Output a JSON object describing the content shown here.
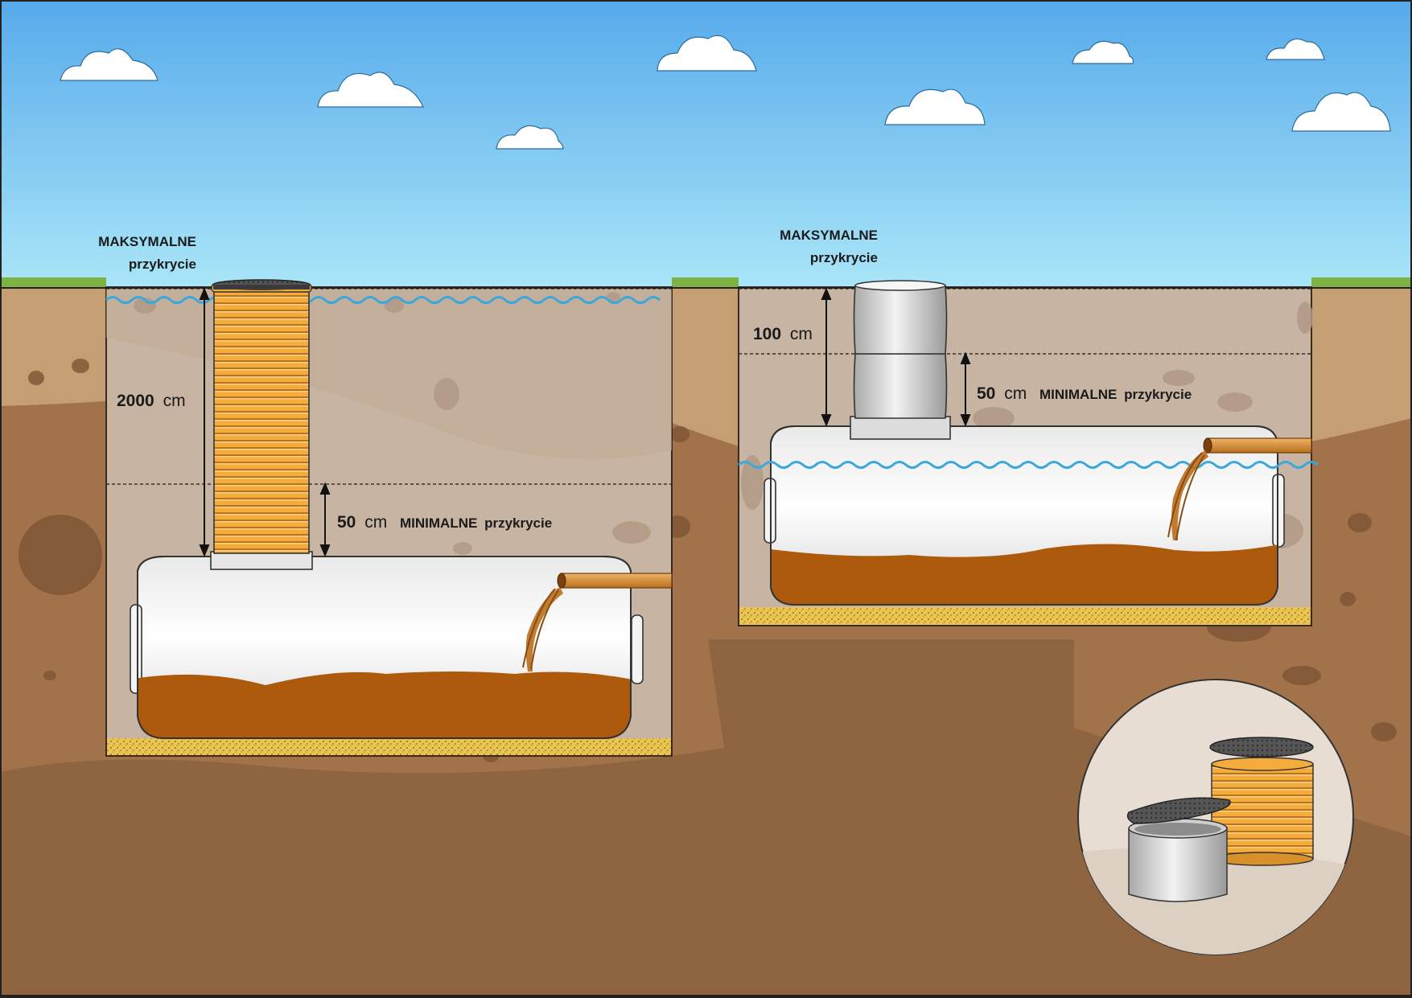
{
  "labels": {
    "left_max_title": "MAKSYMALNE",
    "left_max_sub": "przykrycie",
    "left_depth_num": "2000",
    "left_depth_unit": "cm",
    "left_min_num": "50",
    "left_min_unit": "cm",
    "left_min_word": "MINIMALNE",
    "left_min_sub": "przykrycie",
    "right_max_title": "MAKSYMALNE",
    "right_max_sub": "przykrycie",
    "right_depth_num": "100",
    "right_depth_unit": "cm",
    "right_min_num": "50",
    "right_min_unit": "cm",
    "right_min_word": "MINIMALNE",
    "right_min_sub": "przykrycie"
  },
  "colors": {
    "sky_top": "#5aaeea",
    "sky_bottom": "#a6e3f7",
    "grass": "#7cb342",
    "soil_dark": "#8f6340",
    "soil_mid": "#a3734a",
    "soil_light": "#c89f76",
    "pit_fill": "#c7b3a0",
    "tank_white": "#f2f2f2",
    "sludge": "#ad5a0c",
    "sand": "#e8c24e",
    "riser_orange": "#f5a93c",
    "water_line": "#3aa8dc",
    "lid_grey": "#4a4a4a"
  },
  "icons": [
    "cloud-icon",
    "manhole-lid-icon",
    "corrugated-riser-icon",
    "concrete-ring-icon",
    "inlet-pipe-icon"
  ]
}
